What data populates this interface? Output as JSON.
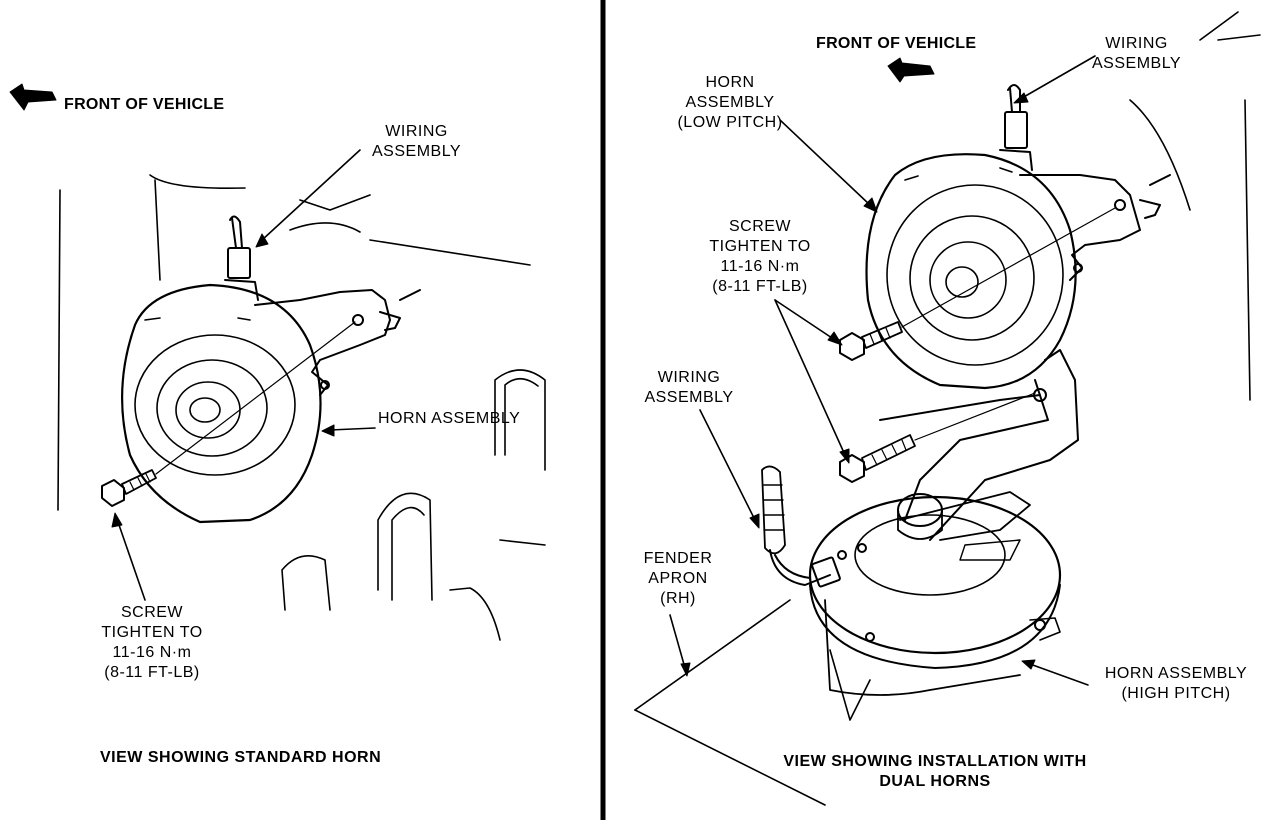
{
  "left_panel": {
    "front_of_vehicle": "FRONT OF VEHICLE",
    "wiring_assembly": [
      "WIRING",
      "ASSEMBLY"
    ],
    "horn_assembly": "HORN ASSEMBLY",
    "screw": [
      "SCREW",
      "TIGHTEN TO",
      "11-16 N·m",
      "(8-11 FT-LB)"
    ],
    "caption": "VIEW SHOWING STANDARD HORN"
  },
  "right_panel": {
    "front_of_vehicle": "FRONT OF VEHICLE",
    "wiring_assembly_top": [
      "WIRING",
      "ASSEMBLY"
    ],
    "horn_low_pitch": [
      "HORN",
      "ASSEMBLY",
      "(LOW PITCH)"
    ],
    "screw": [
      "SCREW",
      "TIGHTEN TO",
      "11-16 N·m",
      "(8-11 FT-LB)"
    ],
    "wiring_assembly_left": [
      "WIRING",
      "ASSEMBLY"
    ],
    "fender_apron": [
      "FENDER",
      "APRON",
      "(RH)"
    ],
    "horn_high_pitch": [
      "HORN ASSEMBLY",
      "(HIGH PITCH)"
    ],
    "caption": [
      "VIEW SHOWING INSTALLATION WITH",
      "DUAL HORNS"
    ]
  }
}
